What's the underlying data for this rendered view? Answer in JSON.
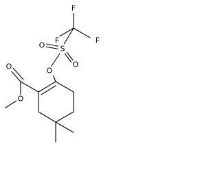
{
  "molecule": {
    "atoms": {
      "f_top": "F",
      "f_left": "F",
      "f_right": "F",
      "s": "S",
      "o_sulfonyl_left": "O",
      "o_sulfonyl_right": "O",
      "o_triflate": "O",
      "o_carbonyl": "O",
      "o_ester": "O"
    }
  }
}
